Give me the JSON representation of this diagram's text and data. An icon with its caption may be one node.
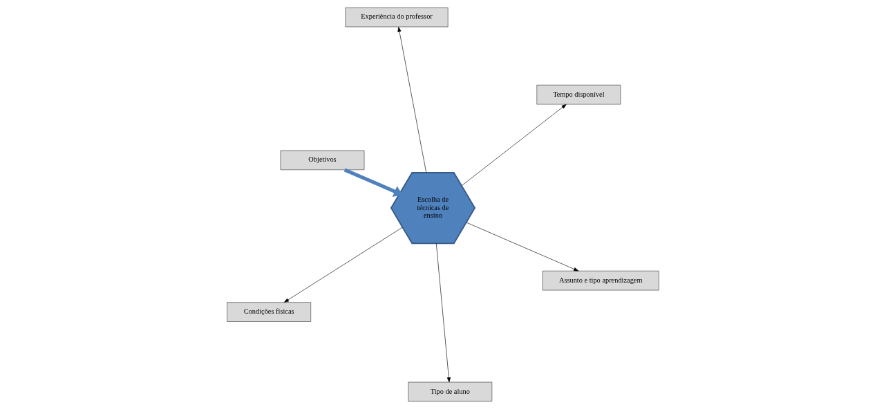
{
  "diagram": {
    "nodes": [
      {
        "text": [
          "Objetivos"
        ]
      },
      {
        "text": [
          "Assunto e tipo aprendizagem"
        ]
      },
      {
        "text": [
          "Tipo de aluno"
        ]
      },
      {
        "text": [
          "Escolha de técnicas de ensino"
        ]
      },
      {
        "text": [
          "Tempo disponível"
        ]
      },
      {
        "text": [
          "Experiência do professor"
        ]
      },
      {
        "text": [
          "Condições físicas"
        ]
      }
    ],
    "edges": [
      {
        "from": 0,
        "to": 3,
        "arrow": "to",
        "style": "thick",
        "color": "#4f81bd"
      },
      {
        "from": 3,
        "to": 2,
        "arrow": "to"
      },
      {
        "from": 3,
        "to": 1,
        "arrow": "to"
      },
      {
        "from": 3,
        "to": 4,
        "arrow": "to"
      },
      {
        "from": 3,
        "to": 5,
        "arrow": "to"
      },
      {
        "from": 3,
        "to": 6,
        "arrow": "to"
      }
    ]
  }
}
